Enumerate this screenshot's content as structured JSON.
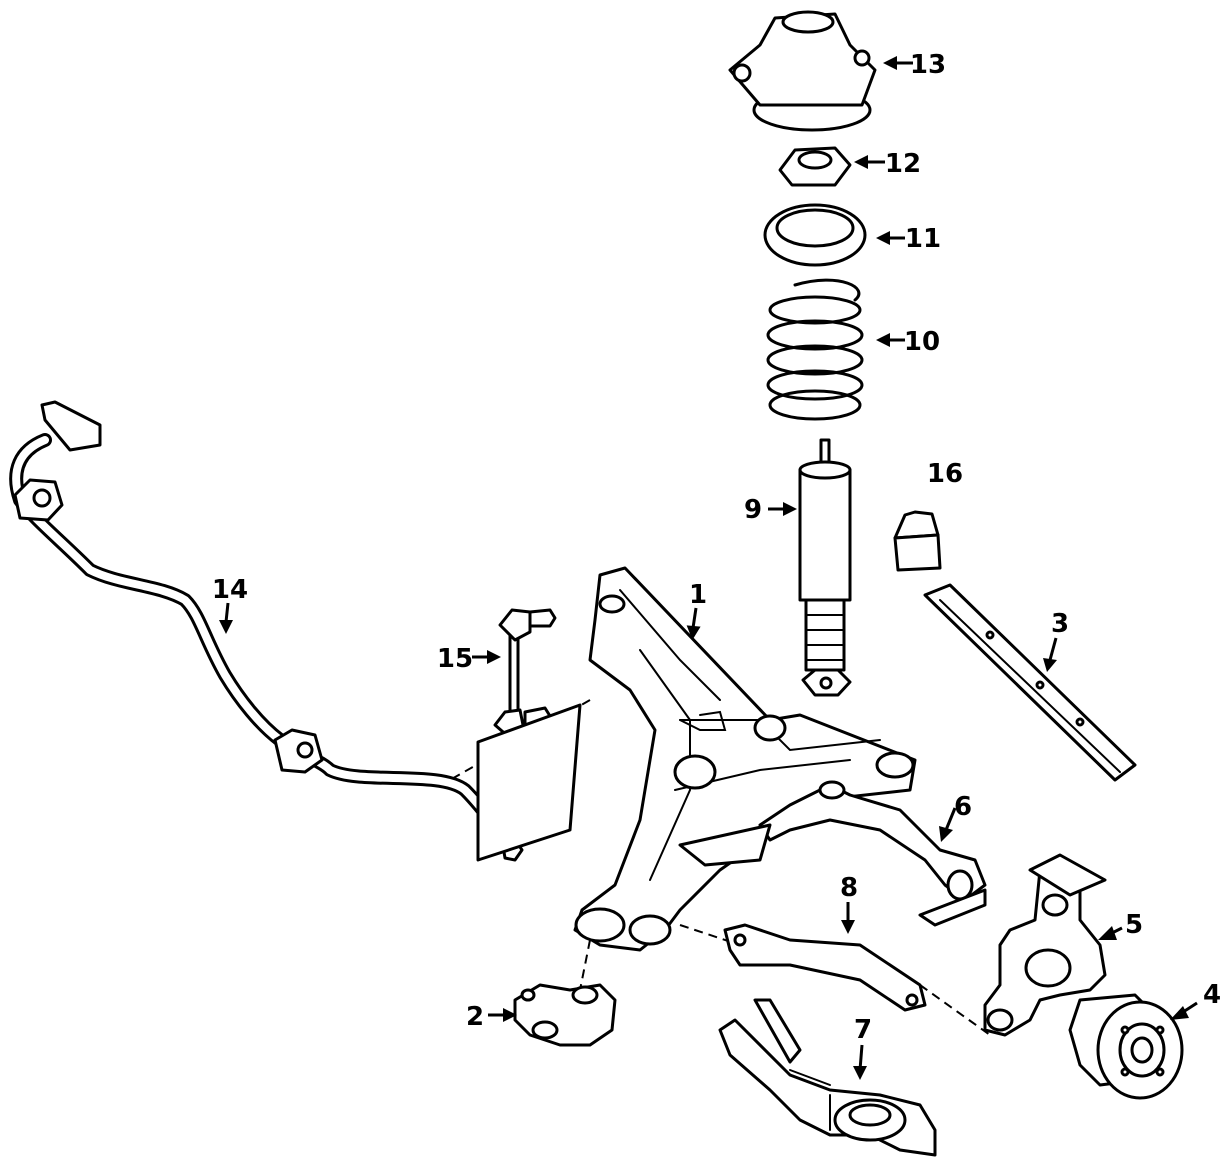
{
  "diagram": {
    "callouts": [
      {
        "id": "1",
        "label": "1"
      },
      {
        "id": "2",
        "label": "2"
      },
      {
        "id": "3",
        "label": "3"
      },
      {
        "id": "4",
        "label": "4"
      },
      {
        "id": "5",
        "label": "5"
      },
      {
        "id": "6",
        "label": "6"
      },
      {
        "id": "7",
        "label": "7"
      },
      {
        "id": "8",
        "label": "8"
      },
      {
        "id": "9",
        "label": "9"
      },
      {
        "id": "10",
        "label": "10"
      },
      {
        "id": "11",
        "label": "11"
      },
      {
        "id": "12",
        "label": "12"
      },
      {
        "id": "13",
        "label": "13"
      },
      {
        "id": "14",
        "label": "14"
      },
      {
        "id": "15",
        "label": "15"
      },
      {
        "id": "16",
        "label": "16"
      }
    ],
    "colors": {
      "line": "#000000",
      "fill": "#ffffff",
      "background": "#ffffff"
    }
  }
}
